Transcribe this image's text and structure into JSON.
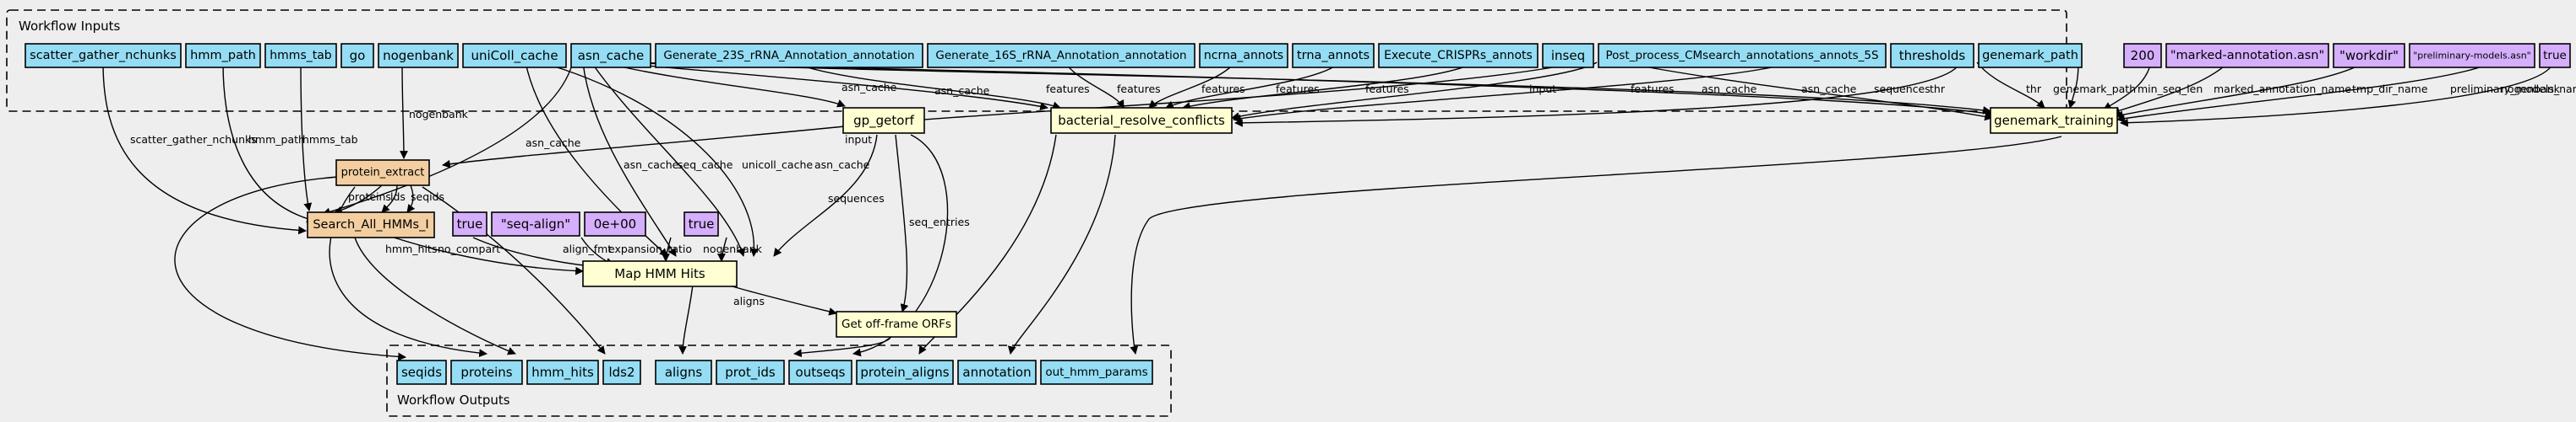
{
  "clusters": {
    "inputs": "Workflow Inputs",
    "outputs": "Workflow Outputs"
  },
  "nodes": {
    "scatter_gather_nchunks": "scatter_gather_nchunks",
    "hmm_path": "hmm_path",
    "hmms_tab": "hmms_tab",
    "go": "go",
    "nogenbank": "nogenbank",
    "uniColl_cache": "uniColl_cache",
    "asn_cache": "asn_cache",
    "gen23s": "Generate_23S_rRNA_Annotation_annotation",
    "gen16s": "Generate_16S_rRNA_Annotation_annotation",
    "ncrna_annots": "ncrna_annots",
    "trna_annots": "trna_annots",
    "crispr": "Execute_CRISPRs_annots",
    "inseq": "inseq",
    "postproc5s": "Post_process_CMsearch_annotations_annots_5S",
    "thresholds": "thresholds",
    "genemark_path": "genemark_path",
    "c200": "200",
    "marked_annotation": "\"marked-annotation.asn\"",
    "workdir": "\"workdir\"",
    "preliminary_models": "\"preliminary-models.asn\"",
    "true_right": "true",
    "gp_getorf": "gp_getorf",
    "bacterial_resolve_conflicts": "bacterial_resolve_conflicts",
    "genemark_training": "genemark_training",
    "protein_extract": "protein_extract",
    "search_all_hmms": "Search_All_HMMs_I",
    "true_a": "true",
    "seq_align": "\"seq-align\"",
    "zero": "0e+00",
    "true_b": "true",
    "map_hmm_hits": "Map HMM Hits",
    "get_offframe": "Get off-frame ORFs",
    "out_seqids": "seqids",
    "out_proteins": "proteins",
    "out_hmm_hits": "hmm_hits",
    "out_lds2": "lds2",
    "out_aligns": "aligns",
    "out_prot_ids": "prot_ids",
    "out_outseqs": "outseqs",
    "out_protein_aligns": "protein_aligns",
    "out_annotation": "annotation",
    "out_hmm_params": "out_hmm_params"
  },
  "edge_labels": {
    "scatter_gather_nchunks": "scatter_gather_nchunks",
    "hmm_path": "hmm_path",
    "hmms_tab": "hmms_tab",
    "nogenbank_pe": "nogenbank",
    "asn_cache_search": "asn_cache",
    "asn_cache_map": "asn_cache",
    "seq_cache": "seq_cache",
    "unicoll_cache": "unicoll_cache",
    "asn_cache_map2": "asn_cache",
    "asn_cache_gp": "asn_cache",
    "asn_cache_brc": "asn_cache",
    "features_1": "features",
    "features_2": "features",
    "features_3": "features",
    "features_4": "features",
    "features_5": "features",
    "input_pe": "input",
    "input_brc": "input",
    "features_6": "features",
    "asn_cache_gt": "asn_cache",
    "asn_cache_gt2": "asn_cache",
    "sequences_gt": "sequences",
    "thr_1": "thr",
    "thr_2": "thr",
    "genemark_path": "genemark_path",
    "min_seq_len": "min_seq_len",
    "marked_annotation_name": "marked_annotation_name",
    "tmp_dir_name": "tmp_dir_name",
    "preliminary_models_name": "preliminary_models_name",
    "nogenbank_gt": "nogenbank",
    "proteins": "proteins",
    "lds": "lds",
    "seqids": "seqids",
    "sequences_map": "sequences",
    "seq_entries": "seq_entries",
    "hmm_hits": "hmm_hits",
    "no_compart": "no_compart",
    "align_fmt": "align_fmt",
    "expansion_ratio": "expansion_ratio",
    "nogenbank_map": "nogenbank",
    "aligns": "aligns"
  }
}
